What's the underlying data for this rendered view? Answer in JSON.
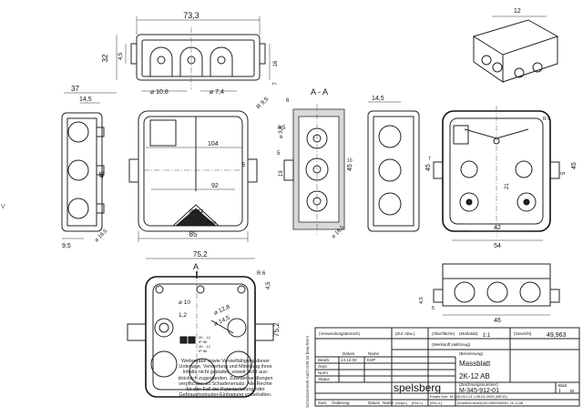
{
  "views": {
    "top": {
      "dims": [
        "73,3",
        "32",
        "4,5",
        "7",
        "16",
        "⌀ 10,8",
        "⌀ 7,4"
      ]
    },
    "front": {
      "dims": [
        "37",
        "14,5",
        "104",
        "92",
        "85",
        "45",
        "9,5",
        "⌀ 16,5",
        "5",
        "R 9,5"
      ],
      "label_box": "2K-12",
      "label_ip": "IP 55"
    },
    "section": {
      "title": "A - A",
      "dims": [
        "6",
        "8,5",
        "⌀ 3,4",
        "5",
        "19",
        "45",
        "10",
        "⌀ 16,5"
      ]
    },
    "side": {
      "dims": [
        "14,5",
        "45"
      ]
    },
    "rear": {
      "dims": [
        "R 9",
        "21",
        "54",
        "42",
        "5",
        "7",
        "45"
      ]
    },
    "iso": {
      "dims": [
        "12"
      ]
    },
    "bottom": {
      "dims": [
        "75,2",
        "R 6",
        "4,5",
        "⌀ 10",
        "1,2",
        "⌀ 12,8",
        "⌀ 14,5",
        "75,2"
      ],
      "section_mark": "A",
      "labels": [
        "2K - 12",
        "IP 55",
        "2K - 12",
        "IP 66"
      ]
    },
    "side_small": {
      "dims": [
        "46",
        "4,5",
        "5"
      ]
    }
  },
  "notes": [
    "Weitergabe sowie Vervielfältigung dieser",
    "Unterlage, Verwertung und Mitteilung ihres",
    "Inhalts nicht gestattet, soweit nicht aus-",
    "drücklich zugestanden. Zuwiderhandlungen",
    "verpflichten zu Schadenersatz. Alle Rechte",
    "für den Fall der Patenterteilung oder",
    "Gebrauchsmuster-Eintragung vorbehalten."
  ],
  "side_label": "Schutzvermerk nach DIN 34 beachten!",
  "title_block": {
    "verwendungsbereich": "(Verwendungsbereich)",
    "zul_abw": "(Zul. Abw.)",
    "oberflaeche": "(Oberfläche)",
    "massstab_label": "(Maßstab)",
    "massstab": "1:1",
    "gewicht_label": "(Gewicht)",
    "gewicht_value": "49,963",
    "werkstoff": "(Werkstoff,Halbzeug)",
    "datum_label": "Datum",
    "name_label": "Name",
    "rows": [
      [
        "Bearb.",
        "14.12.00",
        "KSP"
      ],
      [
        "Gepr.",
        "",
        ""
      ],
      [
        "Norm",
        "",
        ""
      ],
      [
        "Status",
        "",
        ""
      ]
    ],
    "benennung_label": "(Benennung)",
    "title1": "Massblatt",
    "title2": "2K-12 AB",
    "zeichnungsnummer_label": "(Zeichnungsnummer)",
    "drawing_no": "M-345-912-01",
    "blatt": "Blatt",
    "blatt_no": "1",
    "blaetter": "Bl.",
    "ersatz": "Ersatz fuer: M-345-912-01 v.05.04.2005 (ME10)",
    "company": "spelsberg",
    "erstellt": "(Erstelmes Modell) BG-V0B\\H0\\B0002, 2K-12-AB",
    "erstellt2": "(Erstelmes Zeichnung) BG-V0B\\H0\\B0002 2K-12-AB",
    "footer_cols": [
      "Zust.",
      "Änderung",
      "Datum",
      "Name",
      "(Urspr.)",
      "(Ers.f.)",
      "(Ers.d.)"
    ]
  },
  "side_axis": "V"
}
